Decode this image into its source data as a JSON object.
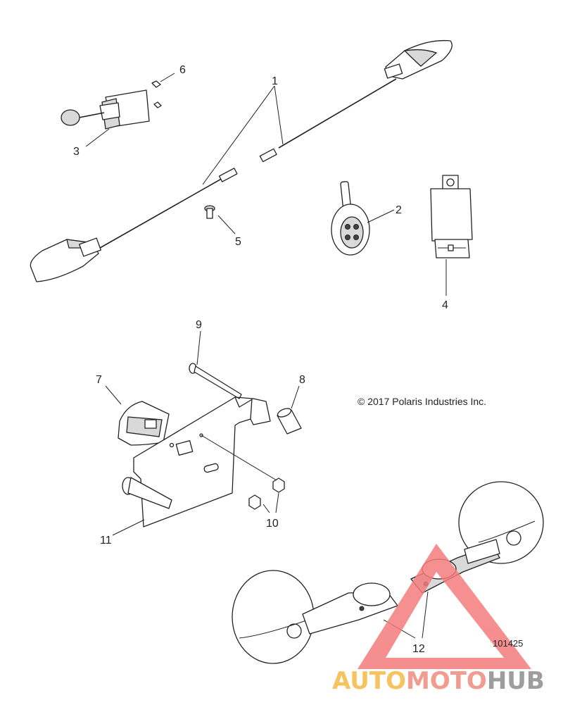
{
  "copyright": "© 2017 Polaris Industries Inc.",
  "reference_number": "101425",
  "callouts": {
    "c1": "1",
    "c2": "2",
    "c3": "3",
    "c4": "4",
    "c5": "5",
    "c6": "6",
    "c7": "7",
    "c8": "8",
    "c9": "9",
    "c10": "10",
    "c11": "11",
    "c12": "12"
  },
  "watermark": {
    "part1": "AUTO",
    "part2": "MOTO",
    "part3": "HUB",
    "color1": "#f5b942",
    "color2": "#f08a7e",
    "color3": "#8c8c8c",
    "triangle_color": "#f47c7c"
  }
}
